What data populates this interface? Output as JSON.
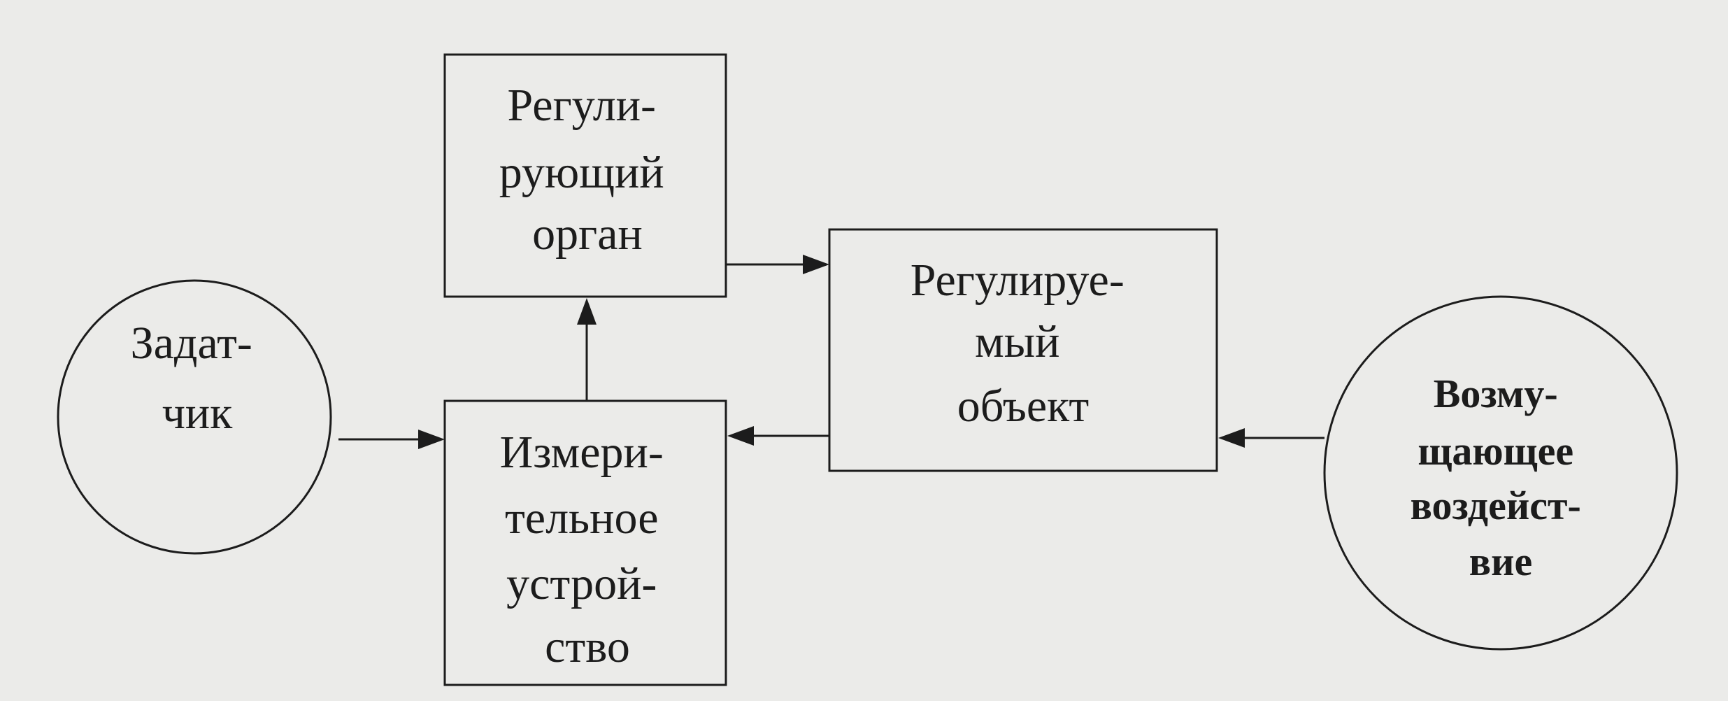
{
  "diagram": {
    "nodes": {
      "setpoint": {
        "lines": [
          "Задат-",
          "чик"
        ]
      },
      "regulating_organ": {
        "lines": [
          "Регули-",
          "рующий",
          "орган"
        ]
      },
      "measuring_device": {
        "lines": [
          "Измери-",
          "тельное",
          "устрой-",
          "ство"
        ]
      },
      "regulated_object": {
        "lines": [
          "Регулируе-",
          "мый",
          "объект"
        ]
      },
      "disturbance": {
        "lines": [
          "Возму-",
          "щающее",
          "воздейст-",
          "вие"
        ]
      }
    },
    "edges": [
      {
        "from": "setpoint",
        "to": "measuring_device"
      },
      {
        "from": "measuring_device",
        "to": "regulating_organ"
      },
      {
        "from": "regulating_organ",
        "to": "regulated_object"
      },
      {
        "from": "regulated_object",
        "to": "measuring_device"
      },
      {
        "from": "disturbance",
        "to": "regulated_object"
      }
    ]
  }
}
